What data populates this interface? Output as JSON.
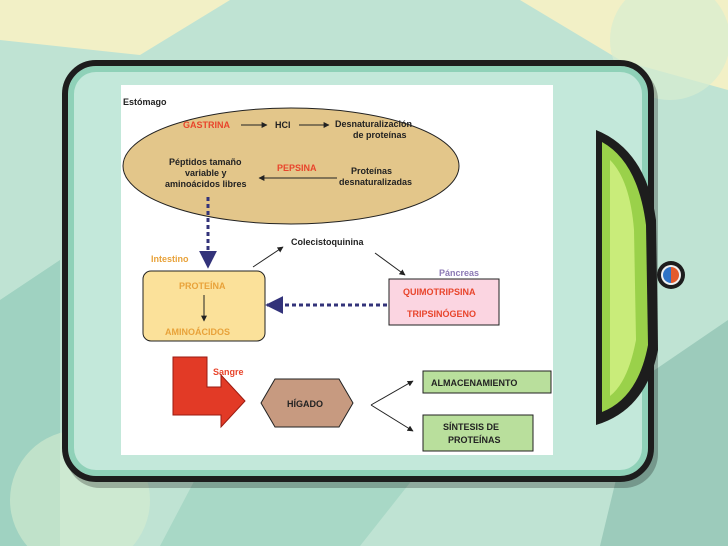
{
  "diagram": {
    "stomach": {
      "title": "Estómago",
      "gastrin": "GASTRINA",
      "hcl": "HCl",
      "denat_line1": "Desnaturalización",
      "denat_line2": "de proteínas",
      "pepsin": "PEPSINA",
      "denat_prot_line1": "Proteínas",
      "denat_prot_line2": "desnaturalizadas",
      "peptides_line1": "Péptidos tamaño",
      "peptides_line2": "variable y",
      "peptides_line3": "aminoácidos libres"
    },
    "intestine": {
      "title": "Intestino",
      "protein": "PROTEÍNA",
      "amino": "AMINOÁCIDOS"
    },
    "cholecystokinin": "Colecistoquinina",
    "pancreas": {
      "title": "Páncreas",
      "chymotrypsin": "QUIMOTRIPSINA",
      "trypsinogen": "TRIPSINÓGENO"
    },
    "blood": "Sangre",
    "liver": "HÍGADO",
    "storage": "ALMACENAMIENTO",
    "synthesis_line1": "SÍNTESIS DE",
    "synthesis_line2": "PROTEÍNAS"
  },
  "colors": {
    "stomach_fill": "#e3c68a",
    "red_label": "#e8452c",
    "intestine_fill": "#fbe19a",
    "intestine_label": "#e8a23a",
    "pancreas_fill": "#fbd5e1",
    "pancreas_label": "#8c7ab5",
    "liver_fill": "#c79a80",
    "green_box": "#b9df9c",
    "dashed_arrow": "#33337a"
  }
}
